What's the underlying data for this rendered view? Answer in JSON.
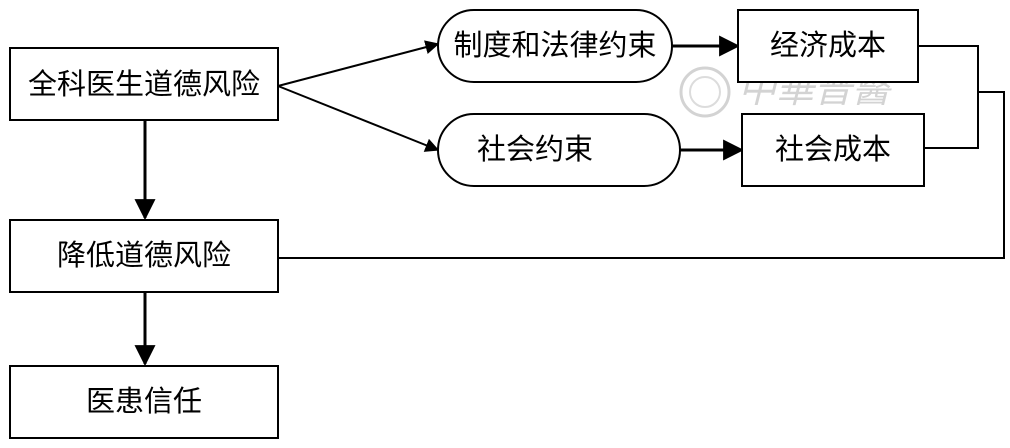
{
  "diagram": {
    "nodes": {
      "moral_risk": {
        "label": "全科医生道德风险"
      },
      "institutional_legal_constraint": {
        "label": "制度和法律约束"
      },
      "social_constraint": {
        "label": "社会约束"
      },
      "economic_cost": {
        "label": "经济成本"
      },
      "social_cost": {
        "label": "社会成本"
      },
      "reduce_moral_risk": {
        "label": "降低道德风险"
      },
      "doctor_patient_trust": {
        "label": "医患信任"
      }
    },
    "watermark": {
      "text": "中華普醫"
    },
    "colors": {
      "line": "#000000",
      "fill": "#ffffff",
      "watermark": "#cfcfcf"
    }
  }
}
